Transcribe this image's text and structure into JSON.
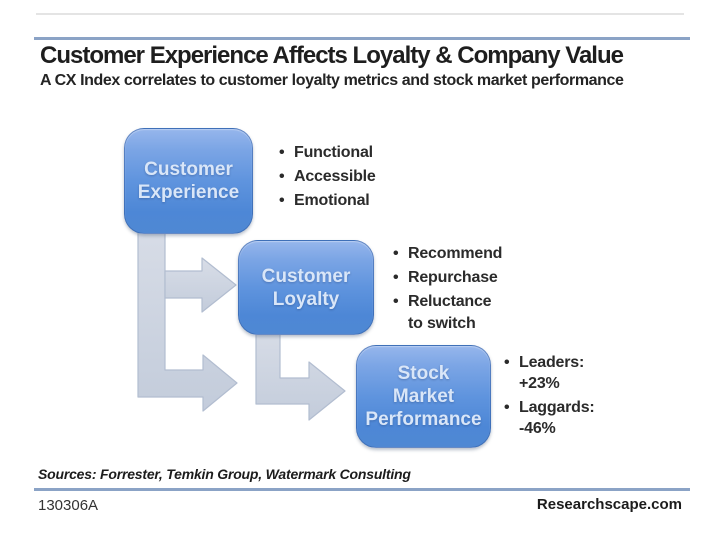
{
  "slide": {
    "title": "Customer Experience Affects Loyalty & Company Value",
    "subtitle": "A CX Index correlates to customer loyalty metrics and stock market performance",
    "sources": "Sources: Forrester, Temkin Group, Watermark Consulting",
    "footer_left": "130306A",
    "footer_right": "Researchscape.com"
  },
  "diagram": {
    "nodes": [
      {
        "label_lines": [
          "Customer",
          "Experience"
        ],
        "bullets": [
          "Functional",
          "Accessible",
          "Emotional"
        ]
      },
      {
        "label_lines": [
          "Customer",
          "Loyalty"
        ],
        "bullets": [
          "Recommend",
          "Repurchase",
          "Reluctance to switch"
        ]
      },
      {
        "label_lines": [
          "Stock",
          "Market",
          "Performance"
        ],
        "bullets": [
          "Leaders: +23%",
          "Laggards: -46%"
        ]
      }
    ],
    "colors": {
      "box_gradient_top": "#8fb0e8",
      "box_gradient_bottom": "#4b86d2",
      "box_text": "#d9e6f8",
      "arrow_fill": "#ccd4e1",
      "arrow_border": "#b2bdd0",
      "rule": "#8ba3c6",
      "text": "#1f1f1f"
    }
  }
}
